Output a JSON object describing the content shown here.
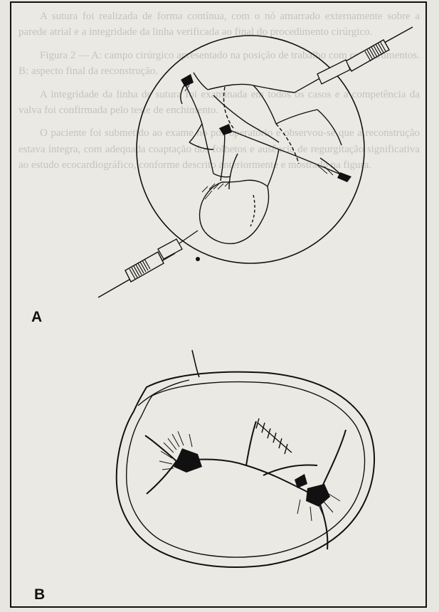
{
  "figure": {
    "panel_a_label": "A",
    "panel_b_label": "B"
  },
  "background_text": [
    "A sutura foi realizada de forma contínua, com o nó amarrado externamente sobre a parede atrial e a integridade da linha verificada ao final do procedimento cirúrgico.",
    "Figura 2 — A: campo cirúrgico apresentado na posição de trabalho com os instrumentos. B: aspecto final da reconstrução.",
    "A integridade da linha de sutura foi examinada em todos os casos e a competência da valva foi confirmada pelo teste de enchimento.",
    "O paciente foi submetido ao exame no pós-operatório e observou-se que a reconstrução estava íntegra, com adequada coaptação dos folhetos e ausência de regurgitação significativa ao estudo ecocardiográfico, conforme descrito anteriormente e mostrado na figura."
  ]
}
